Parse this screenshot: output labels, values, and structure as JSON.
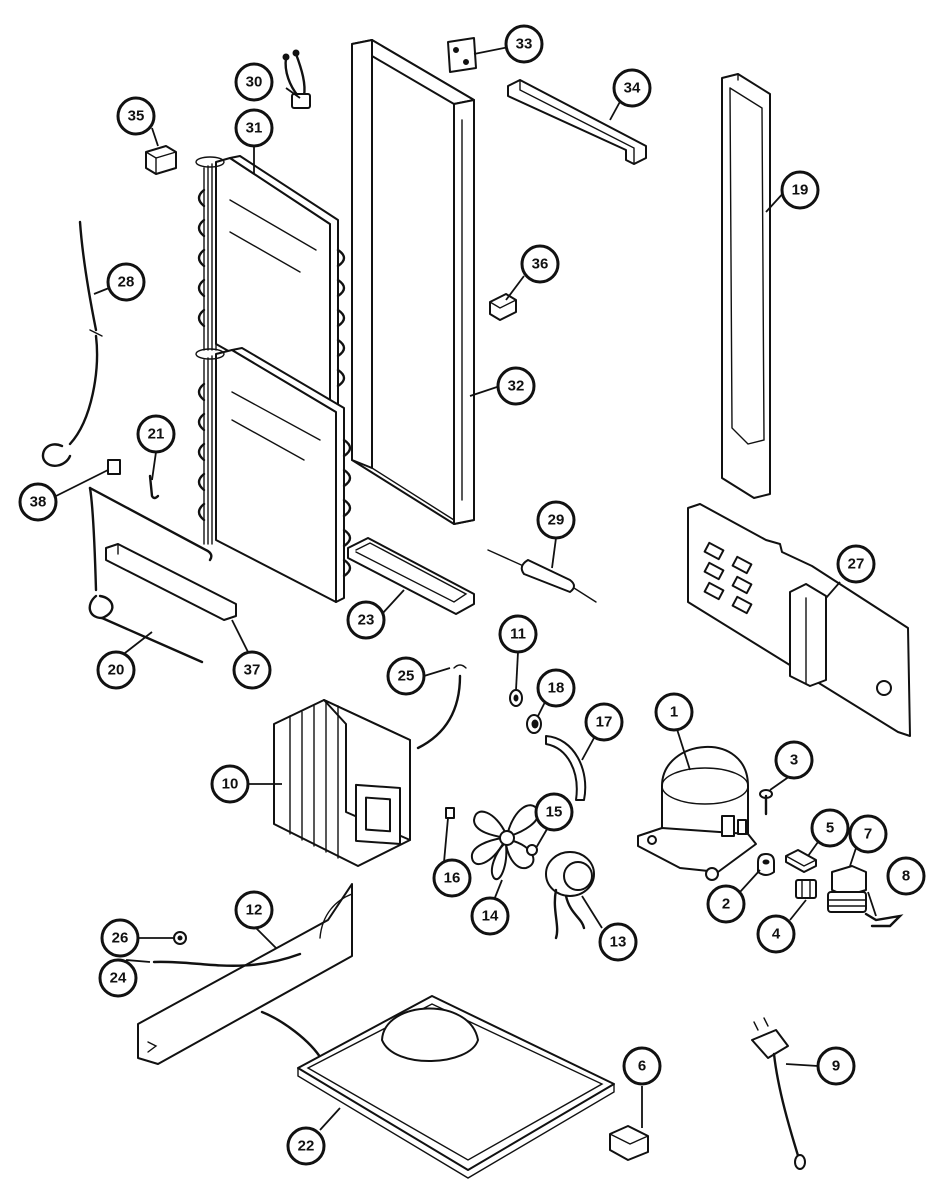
{
  "callouts": [
    {
      "id": "1",
      "label": "1"
    },
    {
      "id": "2",
      "label": "2"
    },
    {
      "id": "3",
      "label": "3"
    },
    {
      "id": "4",
      "label": "4"
    },
    {
      "id": "5",
      "label": "5"
    },
    {
      "id": "6",
      "label": "6"
    },
    {
      "id": "7",
      "label": "7"
    },
    {
      "id": "8",
      "label": "8"
    },
    {
      "id": "9",
      "label": "9"
    },
    {
      "id": "10",
      "label": "10"
    },
    {
      "id": "11",
      "label": "11"
    },
    {
      "id": "12",
      "label": "12"
    },
    {
      "id": "13",
      "label": "13"
    },
    {
      "id": "14",
      "label": "14"
    },
    {
      "id": "15",
      "label": "15"
    },
    {
      "id": "16",
      "label": "16"
    },
    {
      "id": "17",
      "label": "17"
    },
    {
      "id": "18",
      "label": "18"
    },
    {
      "id": "19",
      "label": "19"
    },
    {
      "id": "20",
      "label": "20"
    },
    {
      "id": "21",
      "label": "21"
    },
    {
      "id": "22",
      "label": "22"
    },
    {
      "id": "23",
      "label": "23"
    },
    {
      "id": "24",
      "label": "24"
    },
    {
      "id": "25",
      "label": "25"
    },
    {
      "id": "26",
      "label": "26"
    },
    {
      "id": "27",
      "label": "27"
    },
    {
      "id": "28",
      "label": "28"
    },
    {
      "id": "29",
      "label": "29"
    },
    {
      "id": "30",
      "label": "30"
    },
    {
      "id": "31",
      "label": "31"
    },
    {
      "id": "32",
      "label": "32"
    },
    {
      "id": "33",
      "label": "33"
    },
    {
      "id": "34",
      "label": "34"
    },
    {
      "id": "35",
      "label": "35"
    },
    {
      "id": "36",
      "label": "36"
    },
    {
      "id": "37",
      "label": "37"
    },
    {
      "id": "38",
      "label": "38"
    }
  ],
  "colors": {
    "line": "#111111",
    "background": "#ffffff"
  }
}
